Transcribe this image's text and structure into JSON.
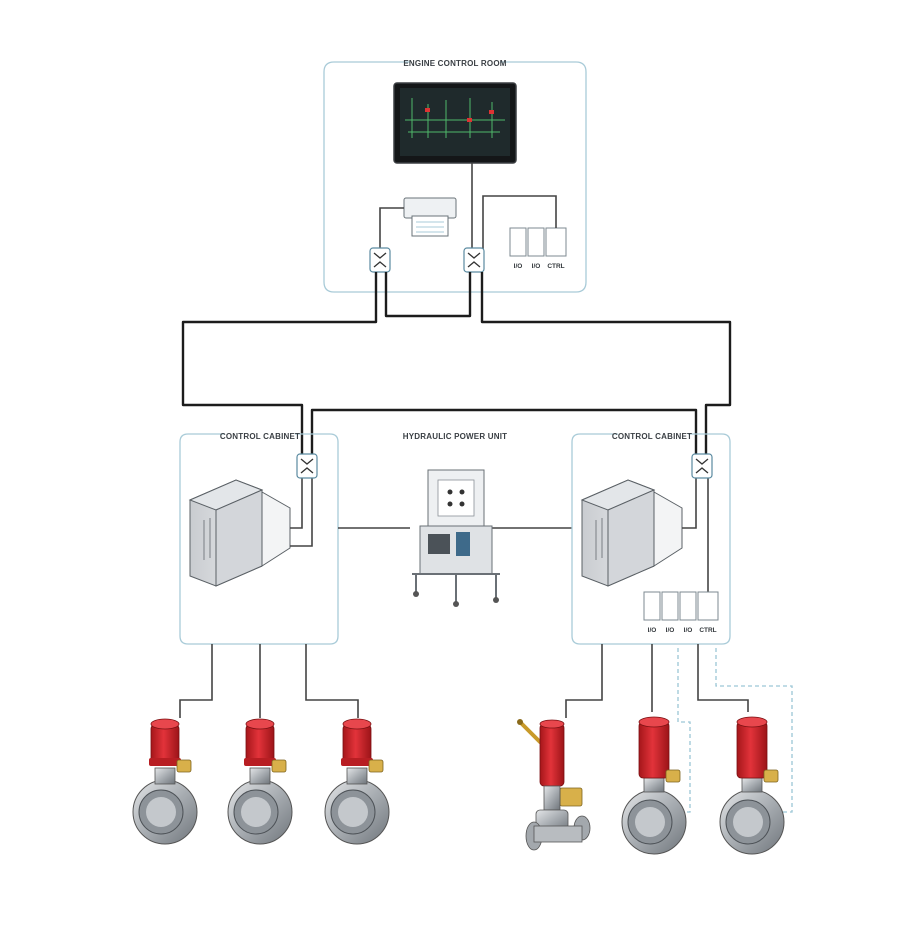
{
  "labels": {
    "engine_room": "ENGINE CONTROL ROOM",
    "control_cabinet_left": "CONTROL CABINET",
    "control_cabinet_right": "CONTROL CABINET",
    "hpu": "HYDRAULIC POWER UNIT"
  },
  "engine_room_modules": [
    "I/O",
    "I/O",
    "CTRL"
  ],
  "right_cabinet_modules": [
    "I/O",
    "I/O",
    "I/O",
    "CTRL"
  ],
  "colors": {
    "box_outline": "#a9cbd8",
    "wire": "#1c1c1c",
    "actuator_red": "#d9262b",
    "valve_steel": "#b9bdc2"
  }
}
